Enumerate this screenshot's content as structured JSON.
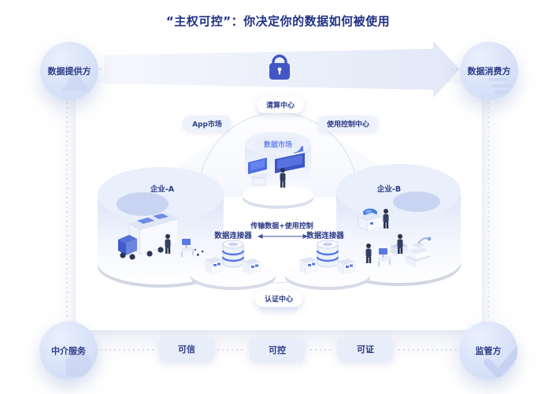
{
  "title": "“主权可控”：你决定你的数据如何被使用",
  "corner_nodes": {
    "data_provider": "数据提供方",
    "data_consumer": "数据消费方",
    "intermediary_service": "中介服务",
    "regulator": "监管方"
  },
  "center_nodes": {
    "clearing_center": "清算中心",
    "app_market": "App市场",
    "usage_control_center": "使用控制中心",
    "data_market": "数据市场",
    "auth_center": "认证中心"
  },
  "platforms": {
    "enterprise_a": "企业-A",
    "enterprise_b": "企业-B"
  },
  "connectors": {
    "left_label": "数据连接器",
    "right_label": "数据连接器",
    "transfer_label": "传输数据+使用控制"
  },
  "bottom_badges": [
    "可信",
    "可控",
    "可证"
  ],
  "icons": {
    "lock": "lock-icon",
    "check": "check-icon"
  },
  "colors": {
    "navy_text": "#2c3b87",
    "accent_blue": "#4a63cc",
    "light_blue": "#5b79e3",
    "circle_bg": "#d8e1f7",
    "badge_bg": "#e8edfa"
  }
}
